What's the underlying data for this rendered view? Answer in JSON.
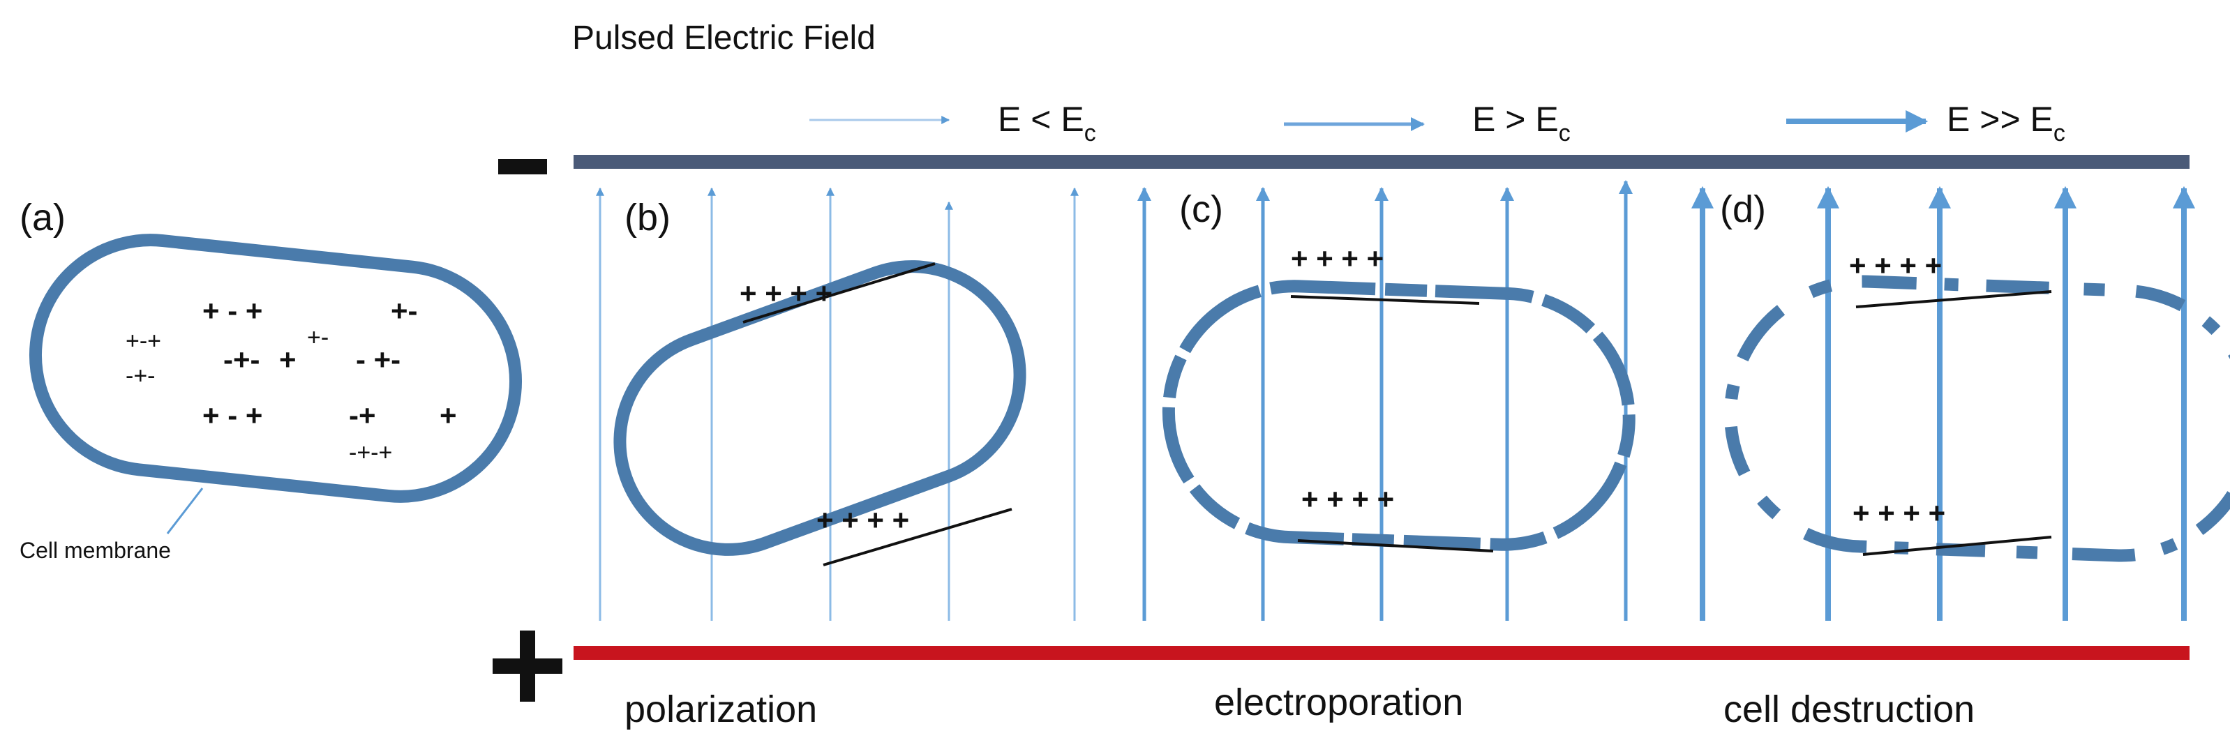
{
  "title": "Pulsed Electric Field",
  "electrodes": {
    "negative_symbol": "−",
    "positive_symbol": "+",
    "negative_color": "#4a5a78",
    "positive_color": "#c8141e"
  },
  "field_labels": [
    {
      "main": "E < E",
      "sub": "c"
    },
    {
      "main": "E > E",
      "sub": "c"
    },
    {
      "main": "E >> E",
      "sub": "c"
    }
  ],
  "panels": {
    "a": "(a)",
    "b": "(b)",
    "c": "(c)",
    "d": "(d)"
  },
  "membrane_label": "Cell membrane",
  "cell_a_charges": [
    "+ - +",
    "+-",
    "+-+",
    "-+-",
    "+-",
    "+",
    "-+-",
    "- +-",
    "+ - +",
    "-+",
    "+",
    "-+-+"
  ],
  "stage_labels": [
    "polarization",
    "electroporation",
    "cell destruction"
  ],
  "colors": {
    "membrane": "#4a7bab",
    "field_arrow": "#5b9bd5",
    "text": "#111111"
  }
}
